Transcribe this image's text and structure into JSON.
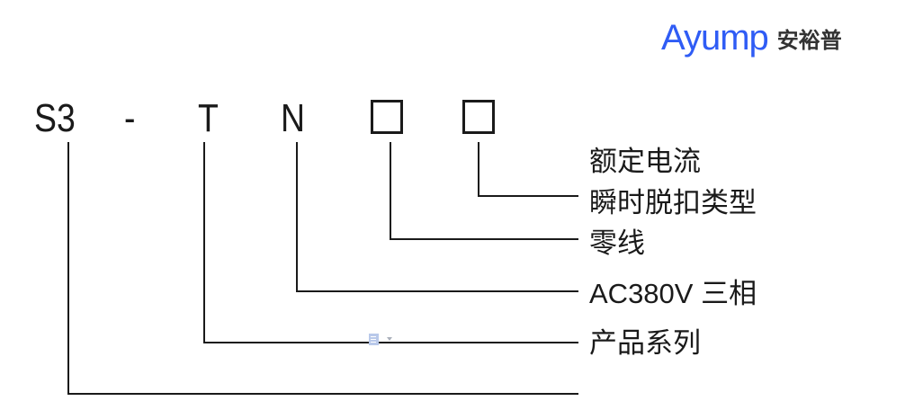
{
  "logo": {
    "brand_en": "Ayump",
    "brand_cn": "安裕普",
    "color": "#2f5cf5"
  },
  "model_code": {
    "parts": [
      "S3",
      "-",
      "T",
      "N",
      "□",
      "□"
    ]
  },
  "labels": [
    {
      "text": "额定电流",
      "points_to": "box-2"
    },
    {
      "text": "瞬时脱扣类型",
      "points_to": "box-2"
    },
    {
      "text": "零线",
      "points_to": "box-1"
    },
    {
      "text": "AC380V 三相",
      "points_to": "N"
    },
    {
      "text": "产品系列",
      "points_to": "T"
    }
  ],
  "icons": {
    "paste_options": "document-paste-icon"
  }
}
